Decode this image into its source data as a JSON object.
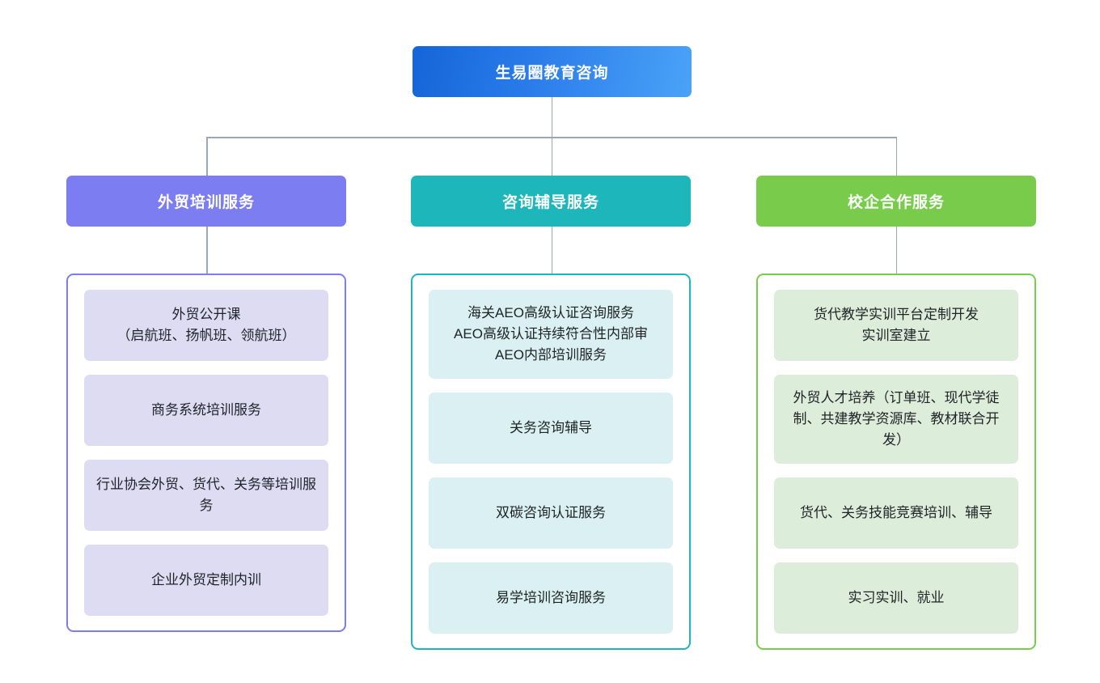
{
  "root": {
    "label": "生易圈教育咨询",
    "color": "#2a7bea"
  },
  "connector_color": "#9aa7b4",
  "branches": [
    {
      "id": "waimao-peixun",
      "header": "外贸培训服务",
      "header_color": "#7b7df0",
      "body_border_color": "#7b7df0",
      "card_color": "#dedcf3",
      "items": [
        {
          "text": "外贸公开课\n（启航班、扬帆班、领航班）",
          "lines": 2
        },
        {
          "text": "商务系统培训服务",
          "lines": 1
        },
        {
          "text": "行业协会外贸、货代、关务等培训服务",
          "lines": 2
        },
        {
          "text": "企业外贸定制内训",
          "lines": 1
        }
      ]
    },
    {
      "id": "zixun-fudao",
      "header": "咨询辅导服务",
      "header_color": "#1cb6bb",
      "body_border_color": "#1cb6bb",
      "card_color": "#daf0f3",
      "items": [
        {
          "text": "海关AEO高级认证咨询服务\nAEO高级认证持续符合性内部审\nAEO内部培训服务",
          "lines": 3
        },
        {
          "text": "关务咨询辅导",
          "lines": 1
        },
        {
          "text": "双碳咨询认证服务",
          "lines": 1
        },
        {
          "text": "易学培训咨询服务",
          "lines": 1
        }
      ]
    },
    {
      "id": "xiaoqi-hezuo",
      "header": "校企合作服务",
      "header_color": "#79cc4b",
      "body_border_color": "#79cc4b",
      "card_color": "#dcedd9",
      "items": [
        {
          "text": "货代教学实训平台定制开发\n实训室建立",
          "lines": 2
        },
        {
          "text": "外贸人才培养（订单班、现代学徒制、共建教学资源库、教材联合开发）",
          "lines": 3
        },
        {
          "text": "货代、关务技能竞赛培训、辅导",
          "lines": 1
        },
        {
          "text": "实习实训、就业",
          "lines": 1
        }
      ]
    }
  ]
}
